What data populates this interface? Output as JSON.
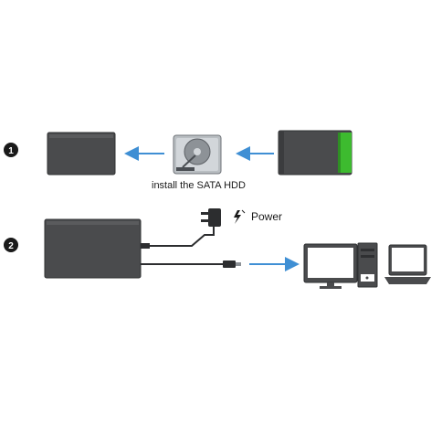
{
  "steps": [
    {
      "number": "1",
      "caption": "install the SATA HDD"
    },
    {
      "number": "2",
      "caption": ""
    }
  ],
  "power_label": "Power",
  "colors": {
    "enclosure": "#4a4b4d",
    "enclosure_edge": "#2f3032",
    "accent_green": "#3dbb2f",
    "arrow_blue": "#3f8fd4",
    "badge": "#1a1a1a"
  },
  "icons": [
    "hard-disk-drive-icon",
    "power-adapter-icon",
    "lightning-icon",
    "usb-plug-icon",
    "desktop-computer-icon",
    "laptop-icon"
  ]
}
